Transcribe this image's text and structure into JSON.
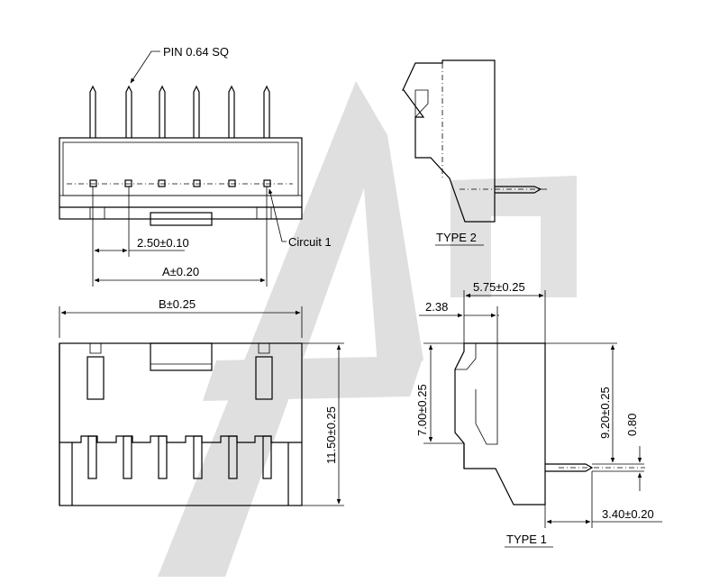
{
  "front_view": {
    "pin_callout": "PIN 0.64 SQ",
    "pitch_dim": "2.50±0.10",
    "span_dim": "A±0.20",
    "circuit_callout": "Circuit 1"
  },
  "top_view": {
    "width_dim": "B±0.25",
    "height_dim": "11.50±0.25"
  },
  "type2_view": {
    "label": "TYPE 2"
  },
  "type1_view": {
    "label": "TYPE 1",
    "dim_depth": "5.75±0.25",
    "dim_offset": "2.38",
    "dim_height_left": "7.00±0.25",
    "dim_height_right": "9.20±0.25",
    "dim_pin_height": "0.80",
    "dim_pin_length": "3.40±0.20"
  },
  "watermark": {
    "text": "AN"
  }
}
